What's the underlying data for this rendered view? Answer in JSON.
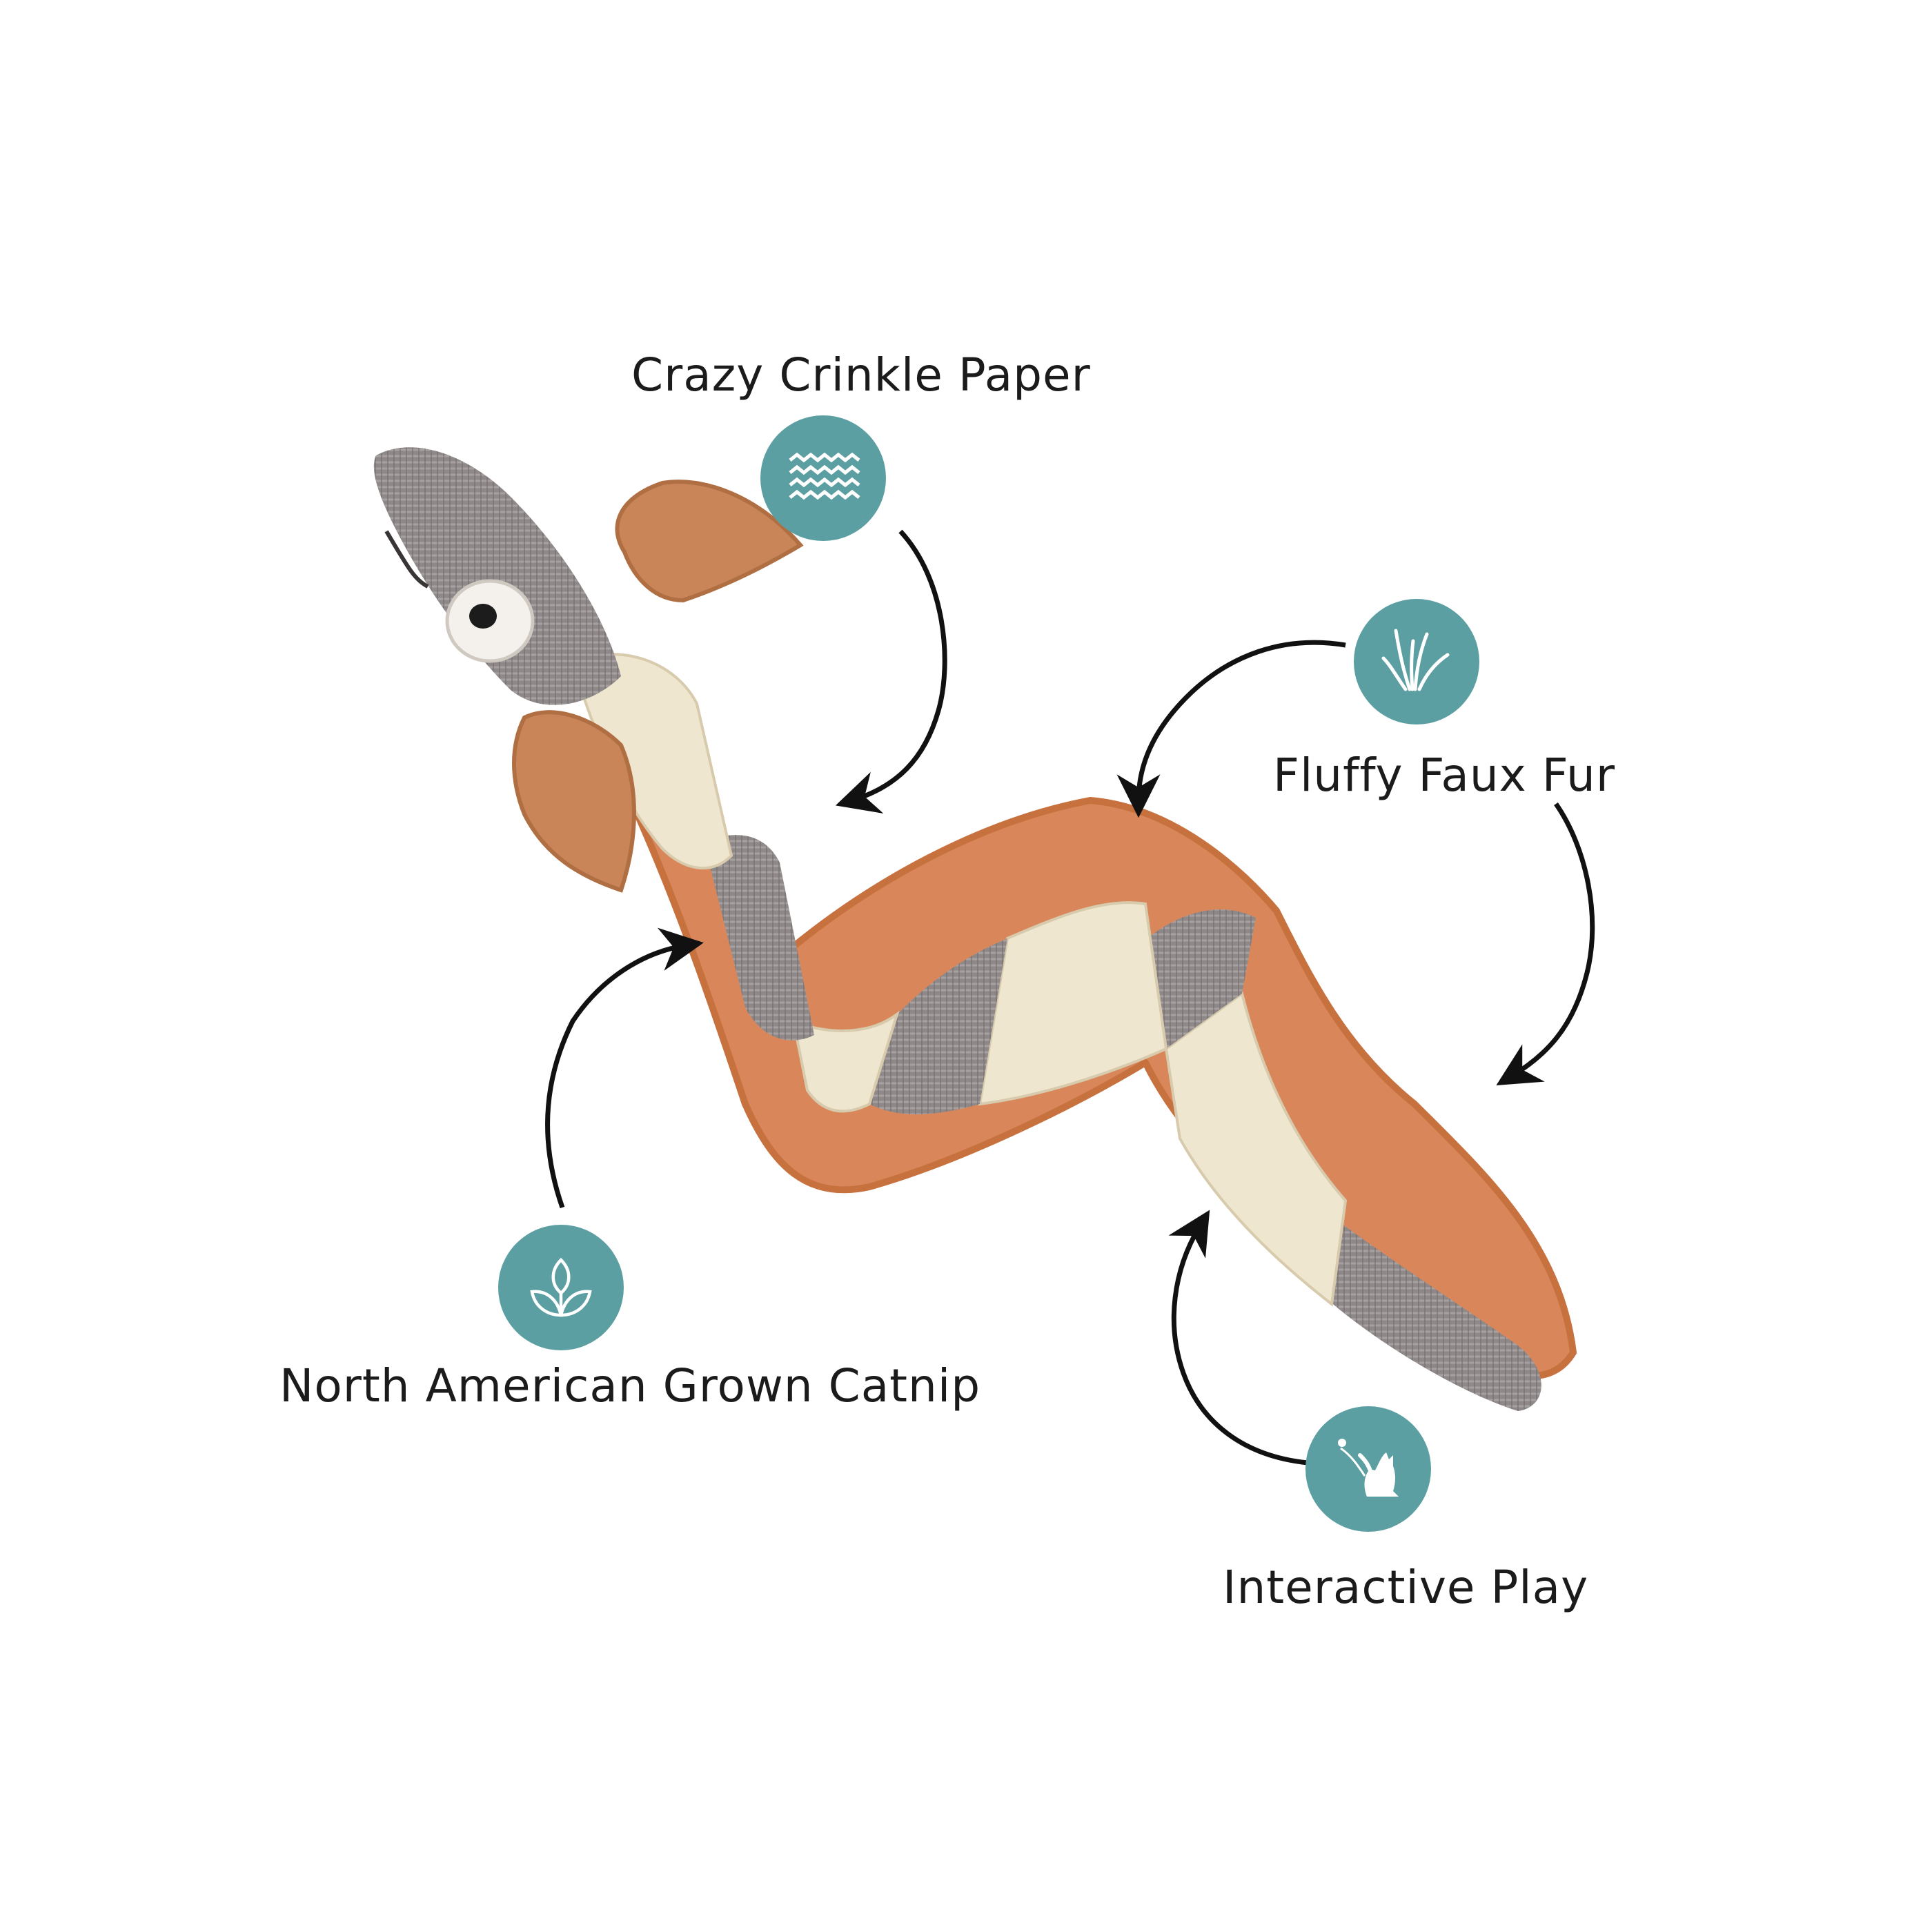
{
  "colors": {
    "badge": "#5c9fa2",
    "fur": "#d9875a",
    "fabric_gray": "#8f8889",
    "canvas_cream": "#efe6cf",
    "ear": "#c98558",
    "arrow": "#111111"
  },
  "features": [
    {
      "label": "Crazy Crinkle Paper",
      "icon": "wave-lines-icon"
    },
    {
      "label": "Fluffy Faux Fur",
      "icon": "fur-tuft-icon"
    },
    {
      "label": "North American Grown Catnip",
      "icon": "leaf-sprout-icon"
    },
    {
      "label": "Interactive Play",
      "icon": "cat-playing-icon"
    }
  ]
}
